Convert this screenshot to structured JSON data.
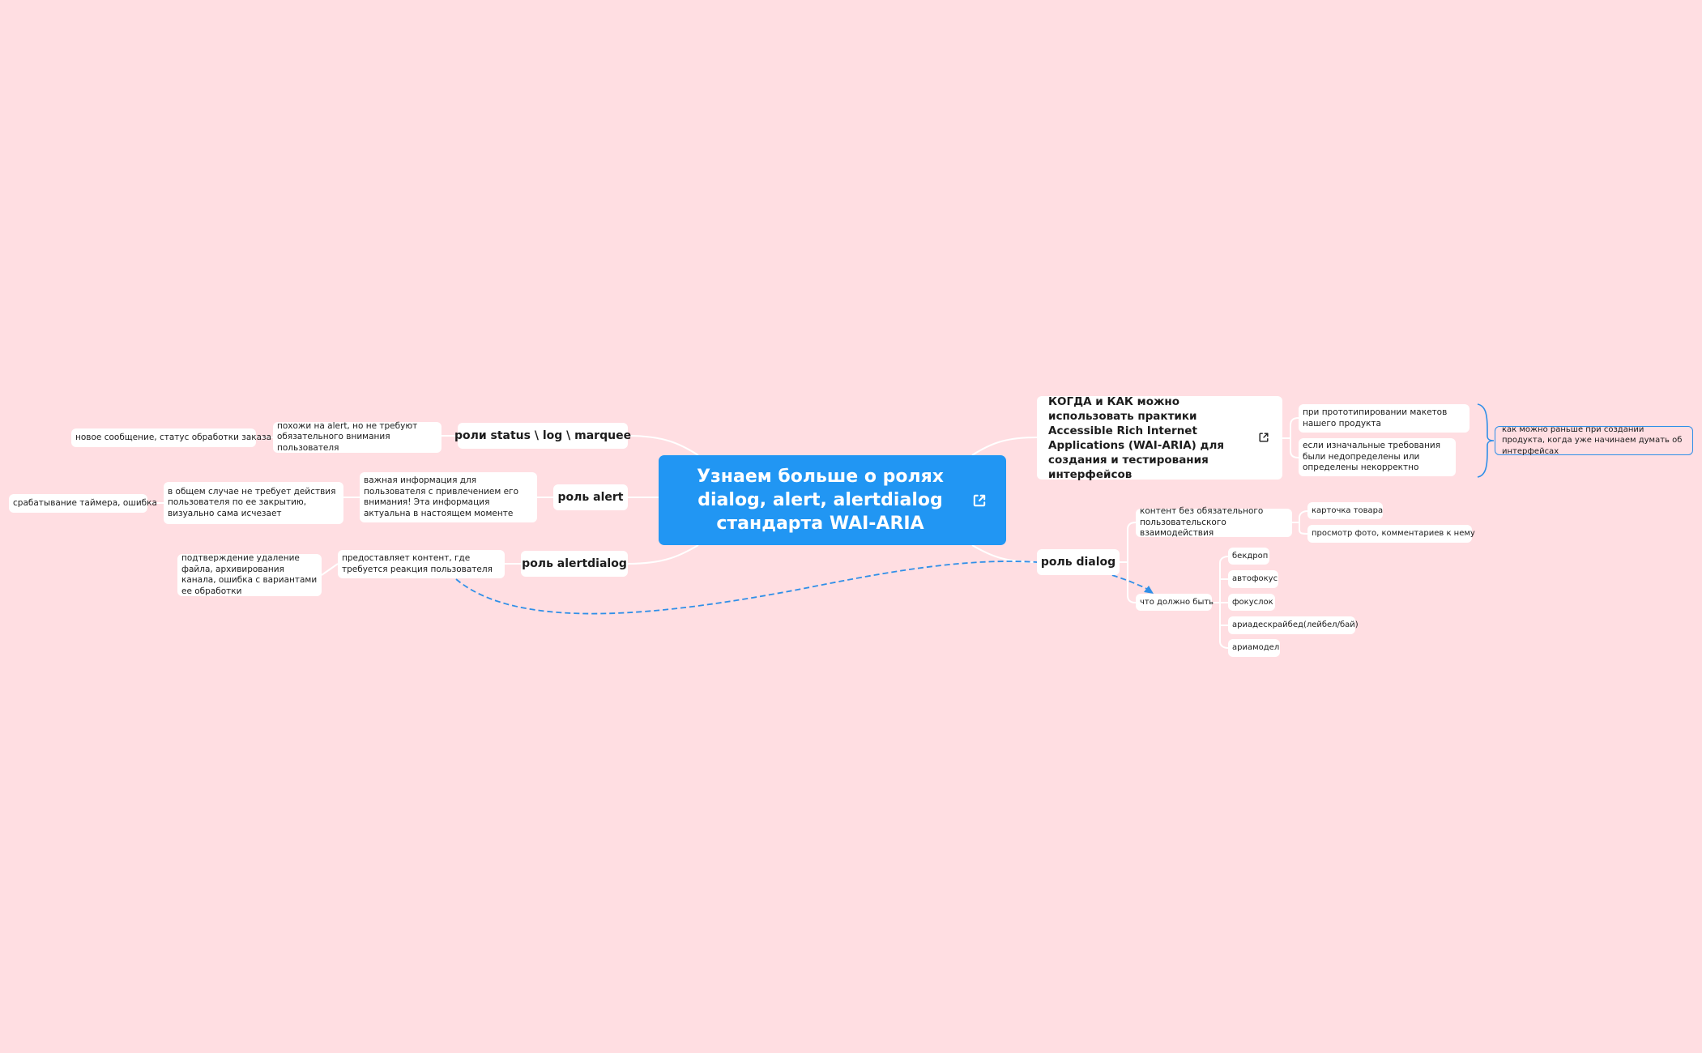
{
  "background_color": "#ffdee2",
  "accent_color": "#2196f3",
  "root": {
    "title": "Узнаем больше о ролях dialog, alert, alertdialog стандарта WAI-ARIA",
    "icon": "external-link-icon"
  },
  "left": {
    "status": {
      "label": "роли status \\ log \\ marquee",
      "desc": "похожи на alert, но не требуют обязательного внимания пользователя",
      "example": "новое сообщение, статус обработки заказа"
    },
    "alert": {
      "label": "роль alert",
      "desc": "важная информация для пользователя с привлечением его внимания! Эта информация актуальна в настоящем моменте",
      "detail": "в общем случае не требует действия пользователя по ее закрытию, визуально сама исчезает",
      "example": "срабатывание таймера, ошибка"
    },
    "alertdialog": {
      "label": "роль alertdialog",
      "desc": "предоставляет контент, где требуется реакция пользователя",
      "example": "подтверждение удаление файла, архивирования канала, ошибка с вариантами ее обработки"
    }
  },
  "right": {
    "when_how": {
      "label": "КОГДА и КАК можно использовать практики Accessible Rich Internet Applications (WAI-ARIA) для создания и тестирования интерфейсов",
      "icon": "external-link-icon",
      "children": [
        "при прототипировании макетов нашего продукта",
        "если изначальные требования были недопределены или определены некорректно"
      ],
      "summary": "как можно раньше при создании продукта, когда уже начинаем думать об интерфейсах"
    },
    "dialog": {
      "label": "роль dialog",
      "content": {
        "label": "контент без обязательного пользовательского взаимодействия",
        "examples": [
          "карточка товара",
          "просмотр фото, комментариев к нему"
        ]
      },
      "must_have": {
        "label": "что должно быть",
        "items": [
          "бекдроп",
          "автофокус",
          "фокуслок",
          "ариадескрайбед(лейбел/бай)",
          "ариамодел"
        ]
      }
    }
  },
  "relationship": {
    "from": "предоставляет контент, где требуется реакция пользователя",
    "to": "что должно быть",
    "style": "dashed",
    "color": "#2f8fe8"
  }
}
